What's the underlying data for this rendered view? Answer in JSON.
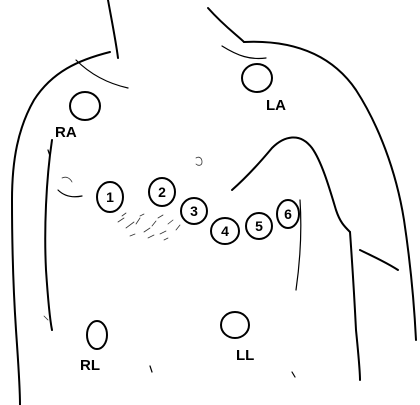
{
  "limb_electrodes": [
    {
      "id": "ra",
      "label": "RA"
    },
    {
      "id": "la",
      "label": "LA"
    },
    {
      "id": "rl",
      "label": "RL"
    },
    {
      "id": "ll",
      "label": "LL"
    }
  ],
  "chest_leads": [
    {
      "id": "v1",
      "label": "1"
    },
    {
      "id": "v2",
      "label": "2"
    },
    {
      "id": "v3",
      "label": "3"
    },
    {
      "id": "v4",
      "label": "4"
    },
    {
      "id": "v5",
      "label": "5"
    },
    {
      "id": "v6",
      "label": "6"
    }
  ]
}
